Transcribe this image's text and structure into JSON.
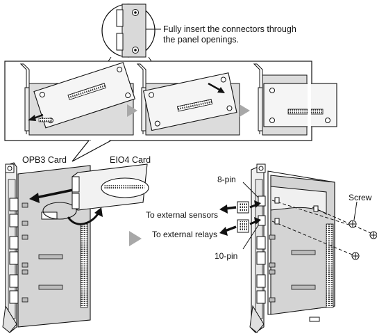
{
  "callout": {
    "line1": "Fully insert the connectors through",
    "line2": "the panel openings."
  },
  "cards": {
    "opb3": "OPB3 Card",
    "eio4": "EIO4 Card"
  },
  "connections": {
    "pin8": "8-pin",
    "pin10": "10-pin",
    "screw": "Screw",
    "sensors": "To external sensors",
    "relays": "To external relays"
  },
  "colors": {
    "line": "#111111",
    "card_fill": "#d4d4d4",
    "card_fill_light": "#eeeeee",
    "panel_fill": "#f2f2f2",
    "arrow_gray": "#a8a8a8"
  }
}
